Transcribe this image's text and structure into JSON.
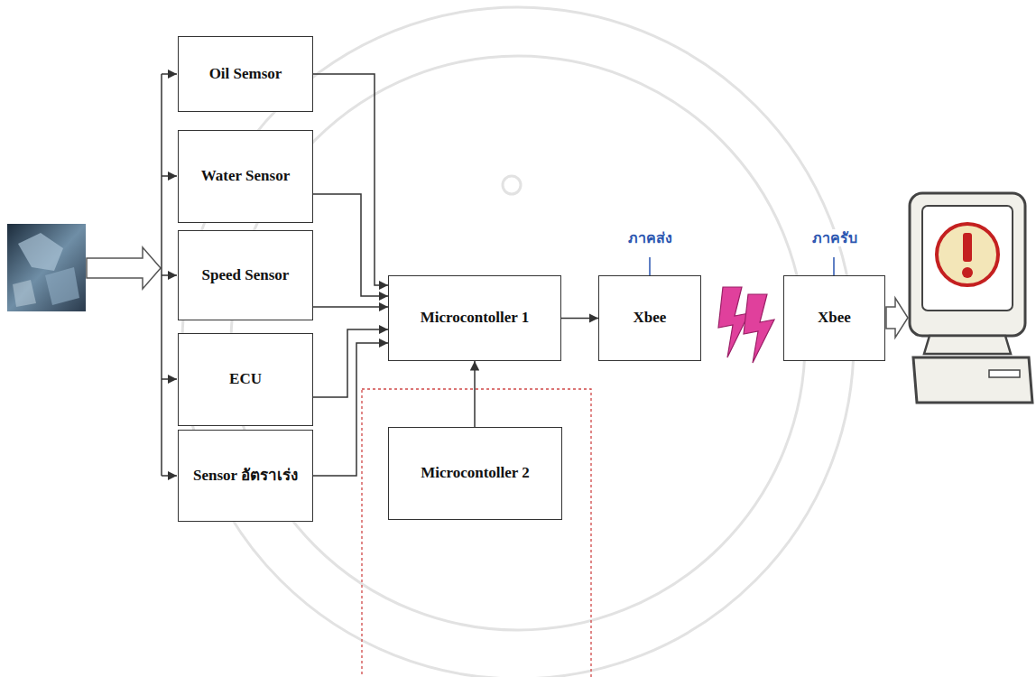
{
  "diagram": {
    "nodes": [
      {
        "text": [
          "Oil Semsor"
        ]
      },
      {
        "text": [
          "Water Sensor"
        ]
      },
      {
        "text": [
          "Speed Sensor"
        ]
      },
      {
        "text": [
          "ECU"
        ]
      },
      {
        "text": [
          "Sensor อัตราเร่ง"
        ]
      },
      {
        "text": [
          "Microcontoller 1"
        ]
      },
      {
        "text": [
          "ภาคส่ง",
          "Xbee"
        ]
      },
      {
        "text": [
          "ภาครับ",
          "Xbee"
        ]
      },
      {
        "text": [
          "Microcontoller 2"
        ]
      }
    ],
    "edges": [
      {
        "from": 0,
        "to": 5,
        "arrow": "to"
      },
      {
        "from": 1,
        "to": 5,
        "arrow": "to"
      },
      {
        "from": 2,
        "to": 5,
        "arrow": "to"
      },
      {
        "from": 3,
        "to": 5,
        "arrow": "to"
      },
      {
        "from": 4,
        "to": 5,
        "arrow": "to"
      },
      {
        "from": 8,
        "to": 5,
        "arrow": "to"
      },
      {
        "from": 5,
        "to": 6,
        "arrow": "to"
      }
    ]
  }
}
